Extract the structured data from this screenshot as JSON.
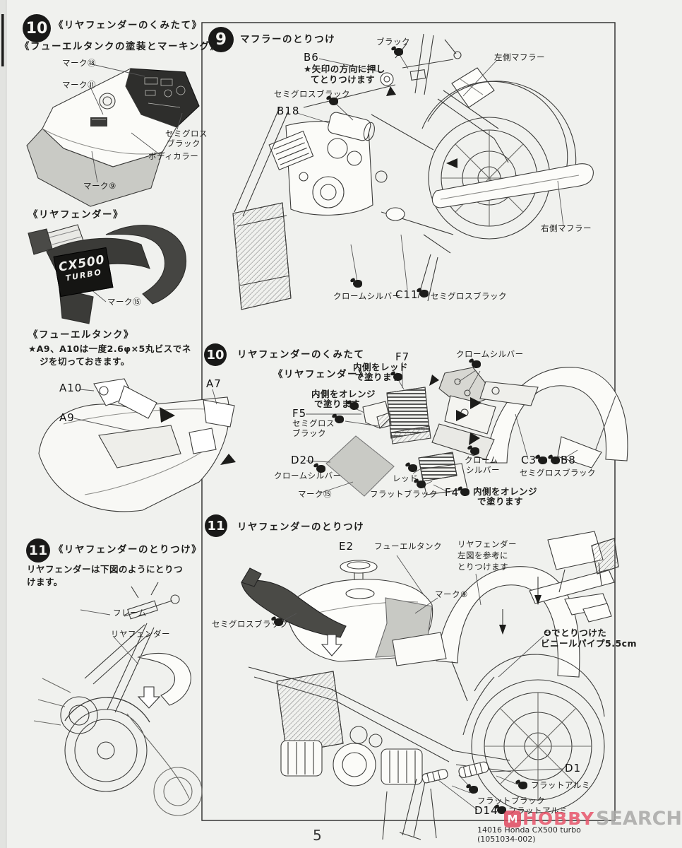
{
  "page": {
    "number": "5",
    "footer": "14016 Honda CX500 turbo (1051034-002)",
    "watermark_logo": "M",
    "watermark_hobby": "HOBBY",
    "watermark_search": "SEARCH"
  },
  "left10": {
    "num": "10",
    "title": "《リヤフェンダーのくみたて》",
    "subtitle": "《フューエルタンクの塗装とマーキング》",
    "mark18": "マーク⑱",
    "mark11": "マーク⑪",
    "semigloss1": "セミグロス",
    "semigloss2": "ブラック",
    "bodycolor": "ボディカラー",
    "mark9": "マーク⑨",
    "fender_heading": "《リヤフェンダー》",
    "plate1": "CX500",
    "plate2": "TURBO",
    "mark15": "マーク⑮",
    "tank_heading": "《フューエルタンク》",
    "note1": "★A9、A10は一度2.6φ×5丸ビスでネ",
    "note2": "ジを切っておきます。",
    "a10": "A10",
    "a9": "A9",
    "a7": "A7"
  },
  "left11": {
    "num": "11",
    "title": "《リヤフェンダーのとりつけ》",
    "body1": "リヤフェンダーは下図のようにとりつ",
    "body2": "けます。",
    "frame": "フレーム",
    "fender": "リヤフェンダー"
  },
  "step9": {
    "num": "9",
    "title": "マフラーのとりつけ",
    "black": "ブラック",
    "b6": "B6",
    "note1": "★矢印の方向に押し",
    "note2": "てとりつけます",
    "semigloss": "セミグロスブラック",
    "b18": "B18",
    "left_muffler": "左側マフラー",
    "right_muffler": "右側マフラー",
    "chrome": "クロームシルバー",
    "c11": "C11",
    "c11_paint": "セミグロスブラック"
  },
  "step10": {
    "num": "10",
    "title": "リヤフェンダーのくみたて",
    "subtitle": "《リヤフェンダー》",
    "f7": "F7",
    "red_note1": "内側をレッド",
    "red_note2": "で塗ります",
    "chrome_top": "クロームシルバー",
    "orange_note1": "内側をオレンジ",
    "orange_note2": "で塗ります",
    "f5": "F5",
    "semigloss1": "セミグロス",
    "semigloss2": "ブラック",
    "d20": "D20",
    "chrome_d20": "クロームシルバー",
    "mark15": "マーク⑮",
    "red": "レッド",
    "flatblack": "フラットブラック",
    "f4": "F4",
    "orange_f4a": "内側をオレンジ",
    "orange_f4b": "で塗ります",
    "chrome2a": "クローム",
    "chrome2b": "シルバー",
    "c3": "C3",
    "b8": "B8",
    "c3b8_paint": "セミグロスブラック"
  },
  "step11": {
    "num": "11",
    "title": "リヤフェンダーのとりつけ",
    "e2": "E2",
    "fueltank": "フューエルタンク",
    "fender1": "リヤフェンダー",
    "fender2": "左図を参考に",
    "fender3": "とりつけます",
    "mark9": "マーク⑨",
    "semigloss": "セミグロスブラック",
    "vinyl1": "❹でとりつけた",
    "vinyl2": "ビニールパイプ5.5cm",
    "d1": "D1",
    "flatalumi1": "フラットアルミ",
    "flatblack": "フラットブラック",
    "d14": "D14",
    "flatalumi2": "フラットアルミ"
  }
}
